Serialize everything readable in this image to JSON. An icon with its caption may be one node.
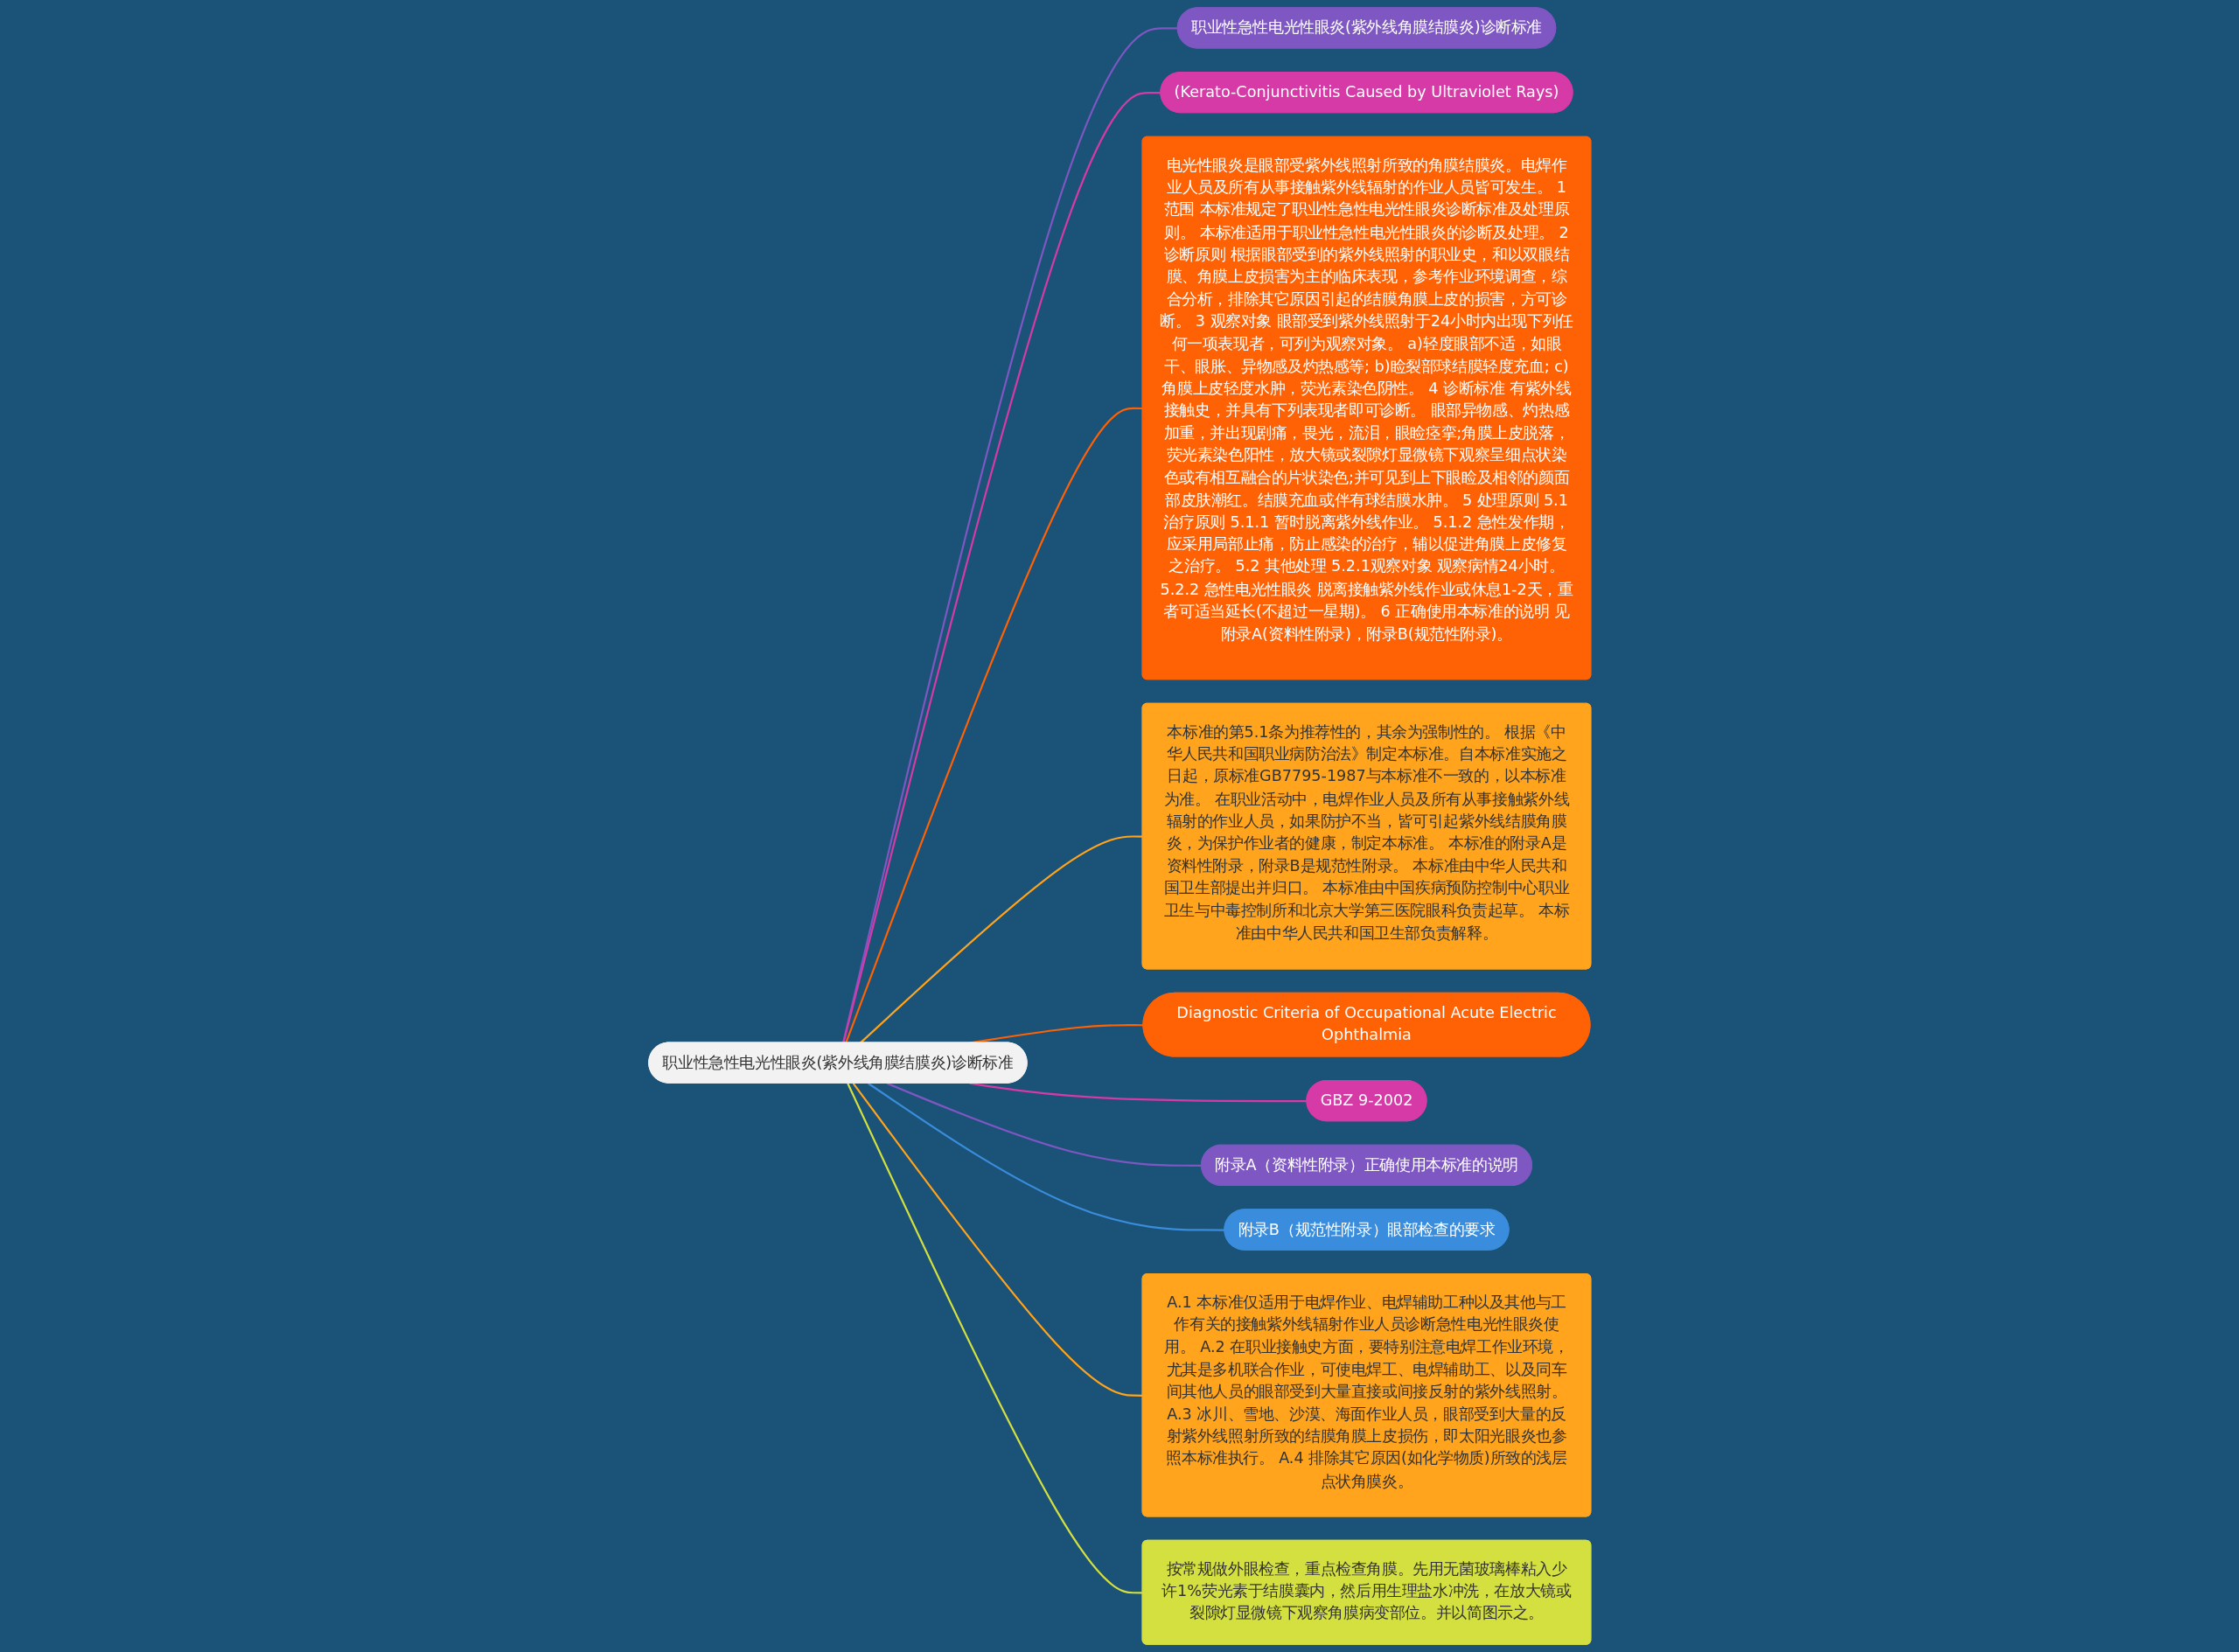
{
  "diagram": {
    "nodes": [
      {
        "text": [
          "职业性急性电光性眼炎(紫外线角膜结膜炎)诊断标准"
        ]
      },
      {
        "text": [
          "职业性急性电光性眼炎(紫外线角膜结膜炎)诊断标准"
        ]
      },
      {
        "text": [
          "(Kerato-Conjunctivitis Caused by Ultraviolet Rays)"
        ]
      },
      {
        "text": [
          "电光性眼炎是眼部受紫外线照射所致的角膜结膜炎。电焊作业人员及所有从事接触紫外线辐射的作业人员皆可发生。 1 范围 本标准规定了职业性急性电光性眼炎诊断标准及处理原则。 本标准适用于职业性急性电光性眼炎的诊断及处理。 2 诊断原则 根据眼部受到的紫外线照射的职业史，和以双眼结膜、角膜上皮损害为主的临床表现，参考作业环境调查，综合分析，排除其它原因引起的结膜角膜上皮的损害，方可诊断。 3 观察对象 眼部受到紫外线照射于24小时内出现下列任何一项表现者，可列为观察对象。 a)轻度眼部不适，如眼干、眼胀、异物感及灼热感等; b)睑裂部球结膜轻度充血; c)角膜上皮轻度水肿，荧光素染色阴性。 4 诊断标准 有紫外线接触史，并具有下列表现者即可诊断。 眼部异物感、灼热感加重，并出现剧痛，畏光，流泪，眼睑痉挛;角膜上皮脱落，荧光素染色阳性，放大镜或裂隙灯显微镜下观察呈细点状染色或有相互融合的片状染色;并可见到上下眼睑及相邻的颜面部皮肤潮红。结膜充血或伴有球结膜水肿。 5 处理原则 5.1 治疗原则 5.1.1 暂时脱离紫外线作业。 5.1.2 急性发作期，应采用局部止痛，防止感染的治疗，辅以促进角膜上皮修复之治疗。 5.2 其他处理 5.2.1观察对象 观察病情24小时。 5.2.2 急性电光性眼炎 脱离接触紫外线作业或休息1-2天，重者可适当延长(不超过一星期)。 6 正确使用本标准的说明 见附录A(资料性附录)，附录B(规范性附录)。"
        ]
      },
      {
        "text": [
          "本标准的第5.1条为推荐性的，其余为强制性的。 根据《中华人民共和国职业病防治法》制定本标准。自本标准实施之日起，原标准GB7795-1987与本标准不一致的，以本标准为准。 在职业活动中，电焊作业人员及所有从事接触紫外线辐射的作业人员，如果防护不当，皆可引起紫外线结膜角膜炎，为保护作业者的健康，制定本标准。 本标准的附录A是资料性附录，附录B是规范性附录。 本标准由中华人民共和国卫生部提出并归口。 本标准由中国疾病预防控制中心职业卫生与中毒控制所和北京大学第三医院眼科负责起草。 本标准由中华人民共和国卫生部负责解释。"
        ]
      },
      {
        "text": [
          "Diagnostic Criteria of Occupational Acute Electric Ophthalmia"
        ]
      },
      {
        "text": [
          "GBZ 9-2002"
        ]
      },
      {
        "text": [
          "附录A（资料性附录）正确使用本标准的说明"
        ]
      },
      {
        "text": [
          "附录B（规范性附录）眼部检查的要求"
        ]
      },
      {
        "text": [
          "A.1 本标准仅适用于电焊作业、电焊辅助工种以及其他与工作有关的接触紫外线辐射作业人员诊断急性电光性眼炎使用。 A.2 在职业接触史方面，要特别注意电焊工作业环境，尤其是多机联合作业，可使电焊工、电焊辅助工、以及同车间其他人员的眼部受到大量直接或间接反射的紫外线照射。 A.3 冰川、雪地、沙漠、海面作业人员，眼部受到大量的反射紫外线照射所致的结膜角膜上皮损伤，即太阳光眼炎也参照本标准执行。 A.4 排除其它原因(如化学物质)所致的浅层点状角膜炎。"
        ]
      },
      {
        "text": [
          "按常规做外眼检查，重点检查角膜。先用无菌玻璃棒粘入少许1%荧光素于结膜囊内，然后用生理盐水冲洗，在放大镜或裂隙灯显微镜下观察角膜病变部位。并以简图示之。"
        ]
      }
    ],
    "edges": [
      {
        "from": 0,
        "to": 1,
        "arrow": "none",
        "color": "#7e57c2"
      },
      {
        "from": 0,
        "to": 2,
        "arrow": "none",
        "color": "#d63aa6"
      },
      {
        "from": 0,
        "to": 3,
        "arrow": "none",
        "color": "#ff6105"
      },
      {
        "from": 0,
        "to": 4,
        "arrow": "none",
        "color": "#ffa41c"
      },
      {
        "from": 0,
        "to": 5,
        "arrow": "none",
        "color": "#ff6105"
      },
      {
        "from": 0,
        "to": 6,
        "arrow": "none",
        "color": "#d63aa6"
      },
      {
        "from": 0,
        "to": 7,
        "arrow": "none",
        "color": "#7e57c2"
      },
      {
        "from": 0,
        "to": 8,
        "arrow": "none",
        "color": "#3a8ddc"
      },
      {
        "from": 0,
        "to": 9,
        "arrow": "none",
        "color": "#ffa41c"
      },
      {
        "from": 0,
        "to": 10,
        "arrow": "none",
        "color": "#d4e040"
      }
    ]
  }
}
